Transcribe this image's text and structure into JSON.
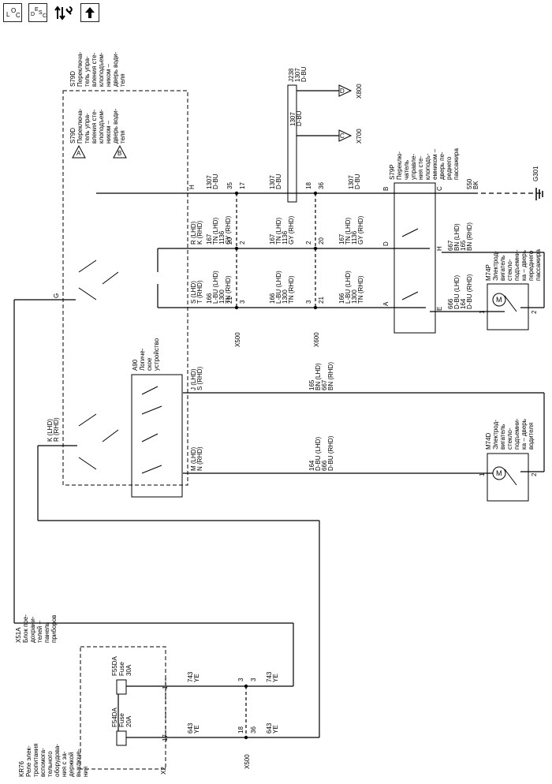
{
  "toolbar": {
    "loc": {
      "a": "L",
      "b": "O",
      "c": "C"
    },
    "desc": {
      "a": "D",
      "b": "E",
      "c": "S",
      "d": "C"
    }
  },
  "components": {
    "s79d_top": [
      "S79D",
      "Переключа-",
      "тель упра-",
      "вления сте-",
      "клоподъем-",
      "ником –",
      "дверь води-",
      "теля"
    ],
    "s79d_inner": [
      "S79D",
      "Переключа-",
      "тель упра-",
      "вления сте-",
      "клоподъем-",
      "ником –",
      "дверь води-",
      "теля"
    ],
    "j238": [
      "J238"
    ],
    "s79p": [
      "S79P",
      "Переклю-",
      "чатель",
      "управле-",
      "ния сте-",
      "клоподъ-",
      "емником –",
      "дверь пе-",
      "реднего",
      "пассажира"
    ],
    "a90": [
      "A90",
      "Логиче-",
      "ское",
      "устройство"
    ],
    "m74p": [
      "M74P",
      "Электрод-",
      "вигатель",
      "стекло-",
      "подъемни-",
      "ка – дверь",
      "переднего",
      "пассажира"
    ],
    "m74d": [
      "M74D",
      "Электрод-",
      "вигатель",
      "стекло-",
      "подъемни-",
      "ка – дверь",
      "водителя"
    ],
    "x51a": [
      "X51A",
      "Блок пре-",
      "дохрани-",
      "телей –",
      "панель",
      "приборов"
    ],
    "kr76": [
      "KR76",
      "Реле элек-",
      "тропитания",
      "вспомога-",
      "тельного",
      "оборудова-",
      "ния с за-",
      "держкой",
      "выключе-",
      "ния"
    ],
    "f55da": [
      "F55DA",
      "Fuse",
      "30A"
    ],
    "f54da": [
      "F54DA",
      "Fuse",
      "20A"
    ]
  },
  "connectors": {
    "x500": "X500",
    "x600": "X600",
    "x700": "X700",
    "x800": "X800",
    "x2": "X2",
    "g301": "G301",
    "pins": {
      "p35": "35",
      "p17": "17",
      "p18": "18",
      "p36": "36",
      "p20": "20",
      "p2": "2",
      "p21": "21",
      "p3": "3",
      "p1": "1",
      "p2b": "2",
      "p17b": "17",
      "p18b": "18",
      "p36b": "36",
      "p3b": "3",
      "p3c": "3"
    },
    "letters": {
      "A": "A",
      "B": "B",
      "C": "C",
      "D": "D",
      "E": "E",
      "G": "G",
      "H": "H"
    }
  },
  "wires": {
    "w1307": [
      "1307",
      "D-BU"
    ],
    "w550": [
      "550",
      "BK"
    ],
    "w167": [
      "167",
      "TN (LHD)",
      "1136",
      "GY (RHD)"
    ],
    "w166": [
      "166",
      "L-BU (LHD)",
      "1300",
      "TN (RHD)"
    ],
    "w165": [
      "165",
      "BN (LHD)",
      "667",
      "BN (RHD)"
    ],
    "w667": [
      "667",
      "BN (LHD)",
      "165",
      "BN (RHD)"
    ],
    "w666": [
      "666",
      "D-BU (LHD)",
      "164",
      "D-BU (RHD)"
    ],
    "w164": [
      "164",
      "D-BU (LHD)",
      "666",
      "D-BU (RHD)"
    ],
    "w743": [
      "743",
      "YE"
    ],
    "w643": [
      "643",
      "YE"
    ],
    "pin_rk": [
      "R (LHD)",
      "K (RHD)"
    ],
    "pin_st": [
      "S (LHD)",
      "T (RHD)"
    ],
    "pin_js": [
      "J (LHD)",
      "S (RHD)"
    ],
    "pin_mn": [
      "M (LHD)",
      "N (RHD)"
    ],
    "pin_kr": [
      "K (LHD)",
      "R (RHD)"
    ]
  }
}
